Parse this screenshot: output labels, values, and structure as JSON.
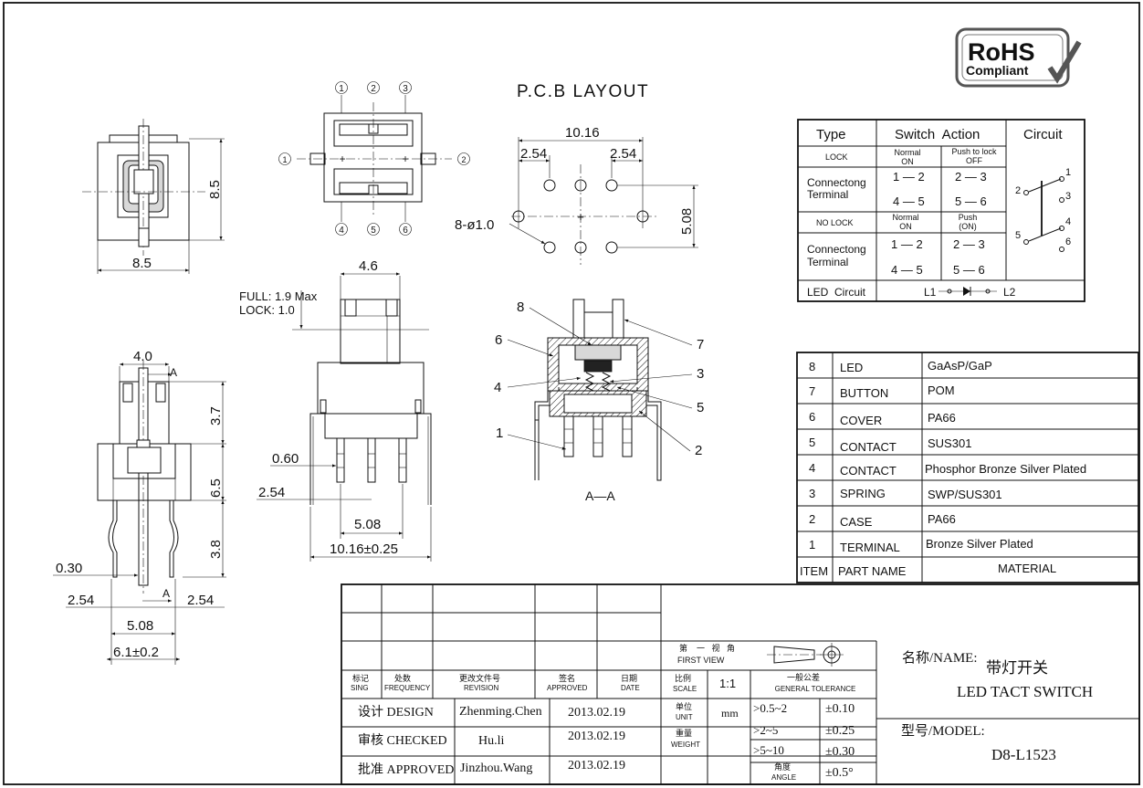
{
  "logo": {
    "top": "RoHS",
    "bottom": "Compliant"
  },
  "pcb_title": "P.C.B LAYOUT",
  "dims": {
    "top_view_width": "8.5",
    "top_view_height": "8.5",
    "pcb_total": "10.16",
    "pcb_left": "2.54",
    "pcb_right": "2.54",
    "pcb_height": "5.08",
    "pcb_hole": "8-ø1.0",
    "side_top": "4.6",
    "stroke_full": "FULL: 1.9 Max",
    "stroke_lock": "LOCK: 1.0",
    "side_pin": "0.60",
    "side_pitch": "2.54",
    "side_span": "5.08",
    "side_total": "10.16±0.25",
    "front_top": "4.0",
    "front_h1": "3.7",
    "front_h2": "6.5",
    "front_h3": "3.8",
    "front_pin": "0.30",
    "front_left": "2.54",
    "front_right": "2.54",
    "front_span": "5.08",
    "front_total": "6.1±0.2",
    "section_mark": "A",
    "section_label": "A—A"
  },
  "pin_numbers": [
    "1",
    "2",
    "3",
    "4",
    "5",
    "6",
    "7",
    "8"
  ],
  "switch_table": {
    "headers": {
      "type": "Type",
      "action": "Switch  Action",
      "circuit": "Circuit"
    },
    "rows": {
      "lock": "LOCK",
      "normal_on": "Normal ON",
      "push_lock_off": "Push to lock OFF",
      "connect1": "Connectong Terminal",
      "c1a": "1 — 2",
      "c1b": "2 — 3",
      "c1c": "4 — 5",
      "c1d": "5 — 6",
      "no_lock": "NO LOCK",
      "normal_on2": "Normal ON",
      "push_on": "Push (ON)",
      "connect2": "Connectong Terminal",
      "c2a": "1 — 2",
      "c2b": "2 — 3",
      "c2c": "4 — 5",
      "c2d": "5 — 6",
      "led_circuit": "LED  Circuit",
      "l1": "L1",
      "l2": "L2"
    },
    "circuit_pins": [
      "1",
      "2",
      "3",
      "4",
      "5",
      "6"
    ]
  },
  "parts": [
    {
      "item": "8",
      "name": "LED",
      "material": "GaAsP/GaP"
    },
    {
      "item": "7",
      "name": "BUTTON",
      "material": "POM"
    },
    {
      "item": "6",
      "name": "COVER",
      "material": "PA66"
    },
    {
      "item": "5",
      "name": "CONTACT",
      "material": "SUS301"
    },
    {
      "item": "4",
      "name": "CONTACT",
      "material": "Phosphor Bronze Silver Plated"
    },
    {
      "item": "3",
      "name": "SPRING",
      "material": "SWP/SUS301"
    },
    {
      "item": "2",
      "name": "CASE",
      "material": "PA66"
    },
    {
      "item": "1",
      "name": "TERMINAL",
      "material": "Bronze Silver Plated"
    }
  ],
  "parts_header": {
    "item": "ITEM",
    "name": "PART NAME",
    "material": "MATERIAL"
  },
  "title_block": {
    "sign": "标记 SING",
    "frequency": "处数 FREQUENCY",
    "revision": "更改文件号 REVISION",
    "approved_sig": "签名 APPROVED",
    "date": "日期 DATE",
    "scale_label": "比例 SCALE",
    "scale": "1:1",
    "first_view": "第 一 视 角 FIRST VIEW",
    "tolerance_label": "一般公差 GENERAL TOLERANCE",
    "design_label": "设计 DESIGN",
    "designer": "Zhenming.Chen",
    "design_date": "2013.02.19",
    "checked_label": "审核 CHECKED",
    "checker": "Hu.li",
    "checked_date": "2013.02.19",
    "approved_label": "批准 APPROVED",
    "approver": "Jinzhou.Wang",
    "approved_date": "2013.02.19",
    "unit_label": "单位 UNIT",
    "unit": "mm",
    "weight_label": "重量 WEIGHT",
    "tol": [
      {
        "range": ">0.5~2",
        "value": "±0.10"
      },
      {
        "range": ">2~5",
        "value": "±0.25"
      },
      {
        "range": ">5~10",
        "value": "±0.30"
      },
      {
        "range": "角度 ANGLE",
        "value": "±0.5°"
      }
    ],
    "name_label": "名称/NAME:",
    "name_cn": "带灯开关",
    "name_en": "LED TACT SWITCH",
    "model_label": "型号/MODEL:",
    "model": "D8-L1523"
  }
}
